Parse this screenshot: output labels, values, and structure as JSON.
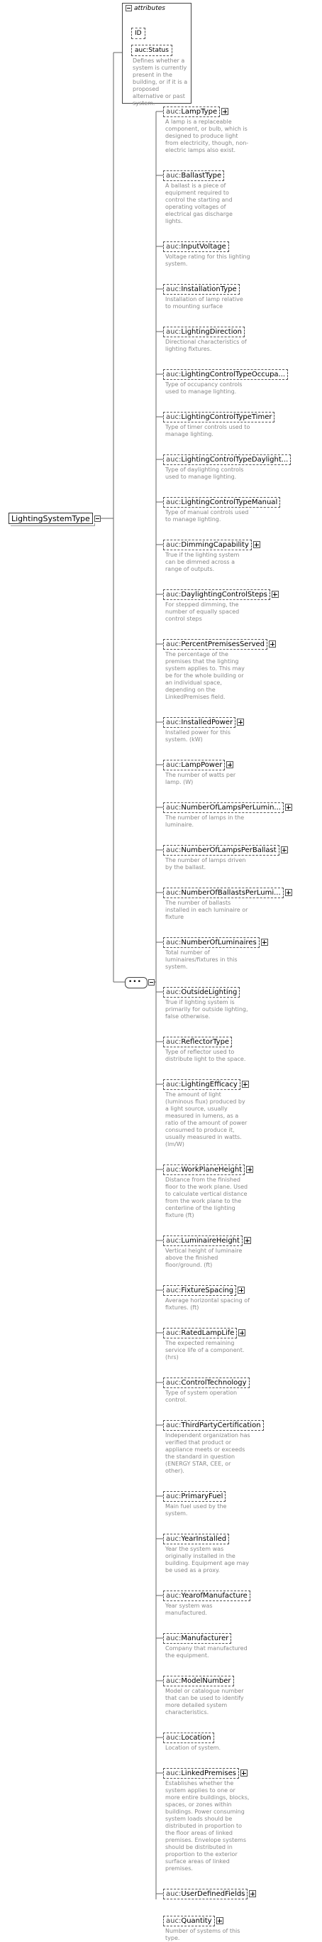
{
  "root": {
    "name": "LightingSystemType"
  },
  "attributes": {
    "title": "attributes",
    "id_label": "ID",
    "status_label": "auc:Status",
    "status_desc": "Defines whether a system is currently present in the building, or if it is a proposed alternative or past system."
  },
  "sequence": {
    "symbol": "•••"
  },
  "elements": [
    {
      "prefix": "auc:",
      "name": "LampType",
      "plus": true,
      "desc": "A lamp is a replaceable component, or bulb, which is designed to produce light from electricity, though, non-electric lamps also exist."
    },
    {
      "prefix": "auc:",
      "name": "BallastType",
      "plus": false,
      "desc": "A ballast is a piece of equipment required to control the starting and operating voltages of electrical gas discharge lights."
    },
    {
      "prefix": "auc:",
      "name": "InputVoltage",
      "plus": false,
      "desc": "Voltage rating for this lighting system."
    },
    {
      "prefix": "auc:",
      "name": "InstallationType",
      "plus": false,
      "desc": "Installation of lamp relative to mounting surface"
    },
    {
      "prefix": "auc:",
      "name": "LightingDirection",
      "plus": false,
      "desc": "Directional characteristics of lighting fixtures."
    },
    {
      "prefix": "auc:",
      "name": "LightingControlTypeOccupa...",
      "plus": false,
      "desc": "Type of occupancy controls used to manage lighting."
    },
    {
      "prefix": "auc:",
      "name": "LightingControlTypeTimer",
      "plus": false,
      "desc": "Type of timer controls used to manage lighting."
    },
    {
      "prefix": "auc:",
      "name": "LightingControlTypeDaylight...",
      "plus": false,
      "desc": "Type of daylighting controls used to manage lighting."
    },
    {
      "prefix": "auc:",
      "name": "LightingControlTypeManual",
      "plus": false,
      "desc": "Type of manual controls used to manage lighting."
    },
    {
      "prefix": "auc:",
      "name": "DimmingCapability",
      "plus": true,
      "desc": "True if the lighting system can be dimmed across a range of outputs."
    },
    {
      "prefix": "auc:",
      "name": "DaylightingControlSteps",
      "plus": true,
      "desc": "For stepped dimming, the number of equally spaced control steps"
    },
    {
      "prefix": "auc:",
      "name": "PercentPremisesServed",
      "plus": true,
      "desc": "The percentage of the premises that the lighting system applies to. This may be for the whole building or an individual space, depending on the LinkedPremises field."
    },
    {
      "prefix": "auc:",
      "name": "InstalledPower",
      "plus": true,
      "desc": "Installed power for this system. (kW)"
    },
    {
      "prefix": "auc:",
      "name": "LampPower",
      "plus": true,
      "desc": "The number of watts per lamp. (W)"
    },
    {
      "prefix": "auc:",
      "name": "NumberOfLampsPerLumin...",
      "plus": true,
      "desc": "The number of lamps in the luminaire."
    },
    {
      "prefix": "auc:",
      "name": "NumberOfLampsPerBallast",
      "plus": true,
      "desc": "The number of lamps driven by the ballast."
    },
    {
      "prefix": "auc:",
      "name": "NumberOfBallastsPerLumi...",
      "plus": true,
      "desc": "The number of ballasts installed in each luminaire or fixture"
    },
    {
      "prefix": "auc:",
      "name": "NumberOfLuminaires",
      "plus": true,
      "desc": "Total number of luminaires/fixtures in this system."
    },
    {
      "prefix": "auc:",
      "name": "OutsideLighting",
      "plus": false,
      "desc": "True if lighting system is primarily for outside lighting, false otherwise."
    },
    {
      "prefix": "auc:",
      "name": "ReflectorType",
      "plus": false,
      "desc": "Type of reflector used to distribute light to the space."
    },
    {
      "prefix": "auc:",
      "name": "LightingEfficacy",
      "plus": true,
      "desc": "The amount of light (luminous flux) produced by a light source, usually measured in lumens, as a ratio of the amount of power consumed to produce it, usually measured in watts. (lm/W)"
    },
    {
      "prefix": "auc:",
      "name": "WorkPlaneHeight",
      "plus": true,
      "desc": "Distance from the finished floor to the work plane. Used to calculate vertical distance from the work plane to the centerline of the lighting fixture (ft)"
    },
    {
      "prefix": "auc:",
      "name": "LuminaireHeight",
      "plus": true,
      "desc": "Vertical height of luminaire above the finished floor/ground. (ft)"
    },
    {
      "prefix": "auc:",
      "name": "FixtureSpacing",
      "plus": true,
      "desc": "Average horizontal spacing of fixtures. (ft)"
    },
    {
      "prefix": "auc:",
      "name": "RatedLampLife",
      "plus": true,
      "desc": "The expected remaining service life of a component. (hrs)"
    },
    {
      "prefix": "auc:",
      "name": "ControlTechnology",
      "plus": false,
      "desc": "Type of system operation control."
    },
    {
      "prefix": "auc:",
      "name": "ThirdPartyCertification",
      "plus": false,
      "desc": "Independent organization has verified that product or appliance meets or exceeds the standard in question (ENERGY STAR, CEE, or other)."
    },
    {
      "prefix": "auc:",
      "name": "PrimaryFuel",
      "plus": false,
      "desc": "Main fuel used by the system."
    },
    {
      "prefix": "auc:",
      "name": "YearInstalled",
      "plus": false,
      "desc": "Year the system was originally installed in the building. Equipment age may be used as a proxy."
    },
    {
      "prefix": "auc:",
      "name": "YearofManufacture",
      "plus": false,
      "desc": "Year system was manufactured."
    },
    {
      "prefix": "auc:",
      "name": "Manufacturer",
      "plus": false,
      "desc": "Company that manufactured the equipment."
    },
    {
      "prefix": "auc:",
      "name": "ModelNumber",
      "plus": false,
      "desc": "Model or catalogue number that can be used to identify more detailed system characteristics."
    },
    {
      "prefix": "auc:",
      "name": "Location",
      "plus": false,
      "desc": "Location of system."
    },
    {
      "prefix": "auc:",
      "name": "LinkedPremises",
      "plus": true,
      "desc": "Establishes whether the system applies to one or more entire buildings, blocks, spaces, or zones within buildings. Power consuming system loads should be distributed in proportion to the floor areas of linked premises. Envelope systems should be distributed in proportion to the exterior surface areas of linked premises."
    },
    {
      "prefix": "auc:",
      "name": "UserDefinedFields",
      "plus": true,
      "desc": ""
    },
    {
      "prefix": "auc:",
      "name": "Quantity",
      "plus": true,
      "desc": "Number of systems of this type."
    }
  ]
}
